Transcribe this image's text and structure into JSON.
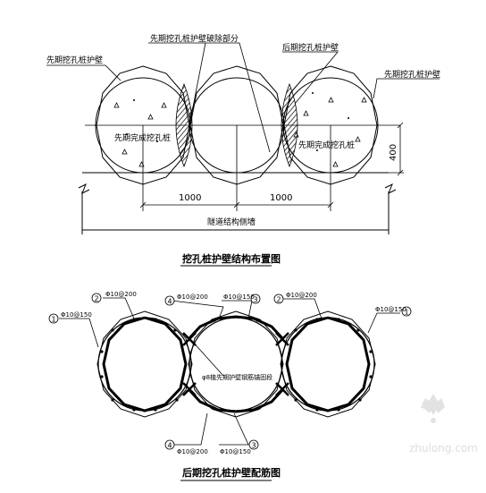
{
  "plan": {
    "title": "挖孔桩护壁结构布置图",
    "label_first_pile_wall_left": "先期挖孔桩护壁",
    "label_first_pile_wall_right": "先期挖孔桩护壁",
    "label_removed_part": "先期挖孔桩护壁破除部分",
    "label_later_pile_wall": "后期挖孔桩护壁",
    "label_completed_pile_left": "先期完成挖孔桩",
    "label_completed_pile_right": "先期完成挖孔桩",
    "label_tunnel_boundary": "隧道结构侧墙",
    "dim_spacing_left": "1000",
    "dim_spacing_right": "1000",
    "dim_height": "400"
  },
  "rebar": {
    "title": "后期挖孔桩护壁配筋图",
    "callout_1": "1",
    "callout_2": "2",
    "callout_3": "3",
    "callout_4": "4",
    "bar_spec_200": "Φ10@200",
    "bar_spec_150": "Φ10@150",
    "label_center": "φ8植先期护壁钢筋锚固段"
  },
  "watermark": {
    "site": "zhulong.com"
  }
}
